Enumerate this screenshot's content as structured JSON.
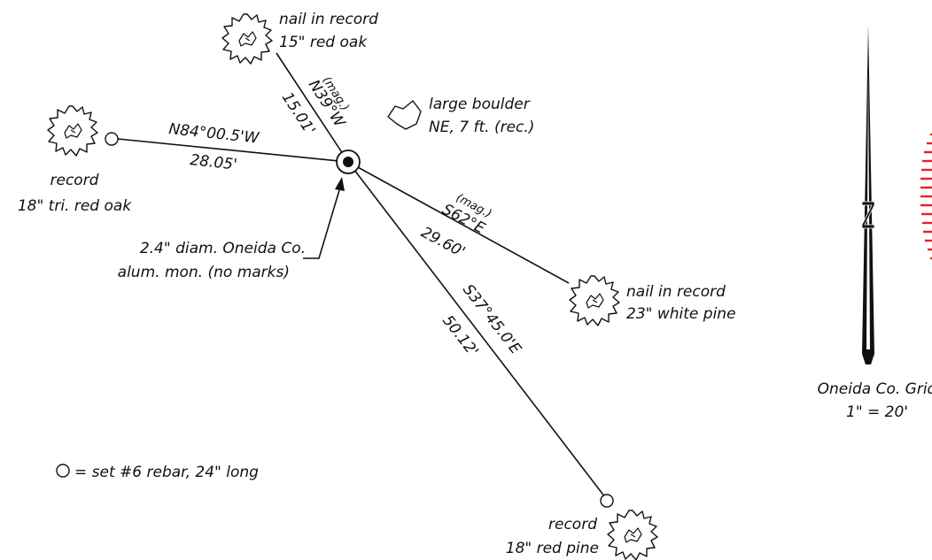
{
  "monument": {
    "label_line1": "2.4\" diam. Oneida Co.",
    "label_line2": "alum. mon. (no marks)"
  },
  "ties": [
    {
      "id": "nw",
      "bearing": "N39°W",
      "bearing_note": "(mag.)",
      "distance": "15.01'",
      "line1": "nail in record",
      "line2": "15\" red oak"
    },
    {
      "id": "w",
      "bearing": "N84°00.5'W",
      "distance": "28.05'",
      "line1": "record",
      "line2": "18\" tri. red oak"
    },
    {
      "id": "se",
      "bearing": "S62°E",
      "bearing_note": "(mag.)",
      "distance": "29.60'",
      "line1": "nail in record",
      "line2": "23\" white pine"
    },
    {
      "id": "sse",
      "bearing": "S37°45.0'E",
      "distance": "50.12'",
      "line1": "record",
      "line2": "18\" red pine"
    }
  ],
  "boulder": {
    "line1": "large boulder",
    "line2": "NE, 7 ft. (rec.)"
  },
  "legend": {
    "text": "= set #6 rebar, 24\" long"
  },
  "north_arrow": {
    "label": "Oneida Co. Grid",
    "scale": "1\" = 20'"
  },
  "colors": {
    "ink": "#111111",
    "accent_red": "#e52222"
  }
}
